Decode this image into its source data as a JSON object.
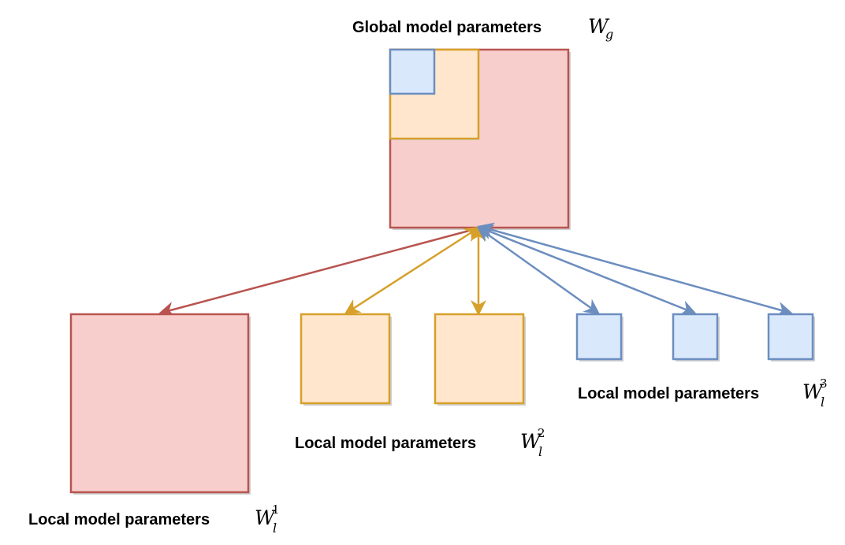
{
  "colors": {
    "red_fill": "#f8cecc",
    "red_stroke": "#b85450",
    "orange_fill": "#ffe6cc",
    "orange_stroke": "#d6a02a",
    "blue_fill": "#dae8fc",
    "blue_stroke": "#6c8ebf",
    "shadow": "#d0d0d0"
  },
  "global": {
    "label": "Global model parameters",
    "symbol": "W",
    "subscript": "g"
  },
  "local_1": {
    "label": "Local model parameters",
    "symbol": "W",
    "subscript": "l",
    "superscript": "1"
  },
  "local_2": {
    "label": "Local model parameters",
    "symbol": "W",
    "subscript": "l",
    "superscript": "2"
  },
  "local_3": {
    "label": "Local model parameters",
    "symbol": "W",
    "subscript": "l",
    "superscript": "3"
  }
}
